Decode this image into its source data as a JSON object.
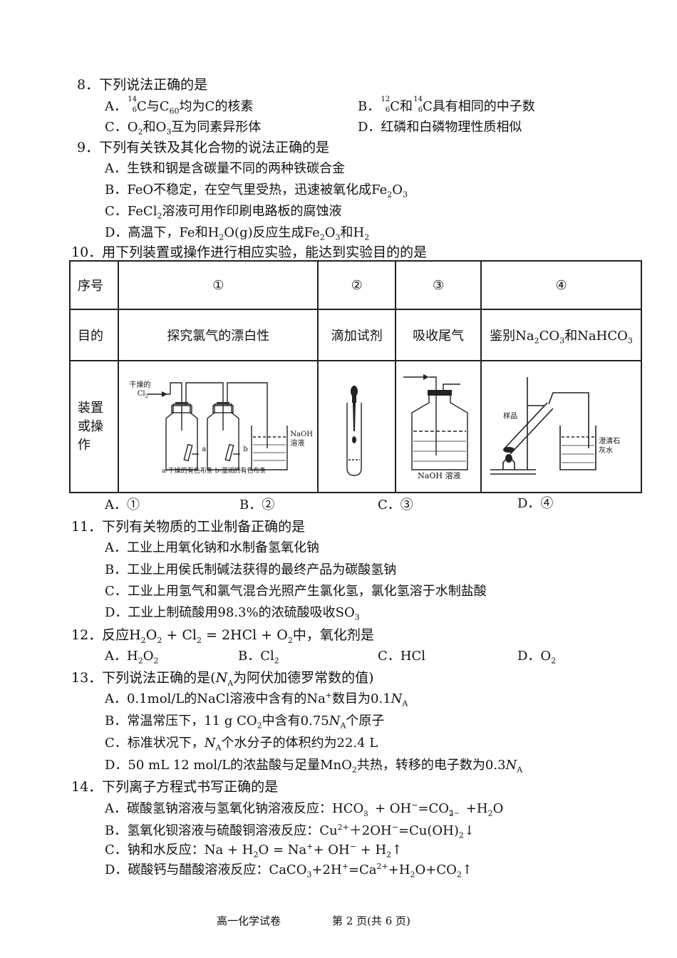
{
  "q8": {
    "stem": "8．下列说法正确的是",
    "A_letter": "A．",
    "A_text_1": "C与C",
    "A_sub": "60",
    "A_text_2": "均为C的核素",
    "A_mass": "14",
    "A_atomic": "6",
    "B_letter": "B．",
    "B_mass1": "12",
    "B_atomic1": "6",
    "B_text_1": "C和",
    "B_mass2": "14",
    "B_atomic2": "6",
    "B_text_2": "C具有相同的中子数",
    "C_letter": "C．",
    "C_t1": "O",
    "C_s1": "2",
    "C_t2": "和O",
    "C_s2": "3",
    "C_t3": "互为同素异形体",
    "D": "D．红磷和白磷物理性质相似"
  },
  "q9": {
    "stem": "9．下列有关铁及其化合物的说法正确的是",
    "A": "A．生铁和钢是含碳量不同的两种铁碳合金",
    "B_t1": "B．FeO不稳定，在空气里受热，迅速被氧化成Fe",
    "B_s1": "2",
    "B_t2": "O",
    "B_s2": "3",
    "C_t1": "C．FeCl",
    "C_s1": "2",
    "C_t2": "溶液可用作印刷电路板的腐蚀液",
    "D_t1": "D．高温下，Fe和H",
    "D_s1": "2",
    "D_t2": "O(g)反应生成Fe",
    "D_s2": "2",
    "D_t3": "O",
    "D_s3": "3",
    "D_t4": "和H",
    "D_s4": "2"
  },
  "q10": {
    "stem": "10．用下列装置或操作进行相应实验，能达到实验目的的是",
    "row_headers": [
      "序号",
      "目的",
      "装置\n或操\n作"
    ],
    "numbers": [
      "①",
      "②",
      "③",
      "④"
    ],
    "purposes": [
      "探究氯气的漂白性",
      "滴加试剂",
      "吸收尾气"
    ],
    "purpose4_t1": "鉴别Na",
    "purpose4_s1": "2",
    "purpose4_t2": "CO",
    "purpose4_s2": "3",
    "purpose4_t3": "和NaHCO",
    "purpose4_s3": "3",
    "fig1": {
      "gas_label_1": "干燥的",
      "gas_label_2": "Cl",
      "gas_sub": "2",
      "a": "a",
      "b": "b",
      "naoh_1": "NaOH",
      "naoh_2": "溶液",
      "caption": "a-干燥的有色布条  b-湿润的有色布条"
    },
    "fig3": {
      "caption": "NaOH 溶液"
    },
    "fig4": {
      "sample": "样品",
      "limewater_1": "澄清石",
      "limewater_2": "灰水"
    },
    "options": [
      "A．①",
      "B．②",
      "C．③",
      "D．④"
    ]
  },
  "q11": {
    "stem": "11．下列有关物质的工业制备正确的是",
    "A": "A．工业上用氧化钠和水制备氢氧化钠",
    "B": "B．工业上用侯氏制碱法获得的最终产品为碳酸氢钠",
    "C": "C．工业上用氢气和氯气混合光照产生氯化氢，氯化氢溶于水制盐酸",
    "D_t1": "D．工业上制硫酸用98.3%的浓硫酸吸收SO",
    "D_s1": "3"
  },
  "q12": {
    "stem_t1": "12．反应H",
    "stem_s1": "2",
    "stem_t2": "O",
    "stem_s2": "2",
    "stem_t3": " + Cl",
    "stem_s3": "2",
    "stem_t4": " = 2HCl + O",
    "stem_s4": "2",
    "stem_t5": "中，氧化剂是",
    "A_t": "A．H",
    "A_s1": "2",
    "A_t2": "O",
    "A_s2": "2",
    "B_t": "B．Cl",
    "B_s": "2",
    "C": "C．HCl",
    "D_t": "D．O",
    "D_s": "2"
  },
  "q13": {
    "stem_t1": "13．下列说法正确的是(",
    "stem_N": "N",
    "stem_A": "A",
    "stem_t2": "为阿伏加德罗常数的值)",
    "A_t1": "A．0.1mol/L的NaCl溶液中含有的Na",
    "A_sup": "+",
    "A_t2": "数目为0.1",
    "A_N": "N",
    "A_sub": "A",
    "B_t1": "B．常温常压下，11 g CO",
    "B_s1": "2",
    "B_t2": "中含有0.75",
    "B_N": "N",
    "B_sub": "A",
    "B_t3": "个原子",
    "C_t1": "C．标准状况下，",
    "C_N": "N",
    "C_sub": "A",
    "C_t2": "个水分子的体积约为22.4 L",
    "D_t1": "D．50 mL 12 mol/L的浓盐酸与足量MnO",
    "D_s1": "2",
    "D_t2": "共热，转移的电子数为0.3",
    "D_N": "N",
    "D_sub": "A"
  },
  "q14": {
    "stem": "14．下列离子方程式书写正确的是",
    "A_t1": "A．碳酸氢钠溶液与氢氧化钠溶液反应：HCO",
    "A_ion1_sup": "-",
    "A_ion1_sub": "3",
    "A_t2": " + OH",
    "A_oh_sup": "−",
    "A_t3": "=CO",
    "A_ion2_sup": "2−",
    "A_ion2_sub": "3",
    "A_t4": " +H",
    "A_s": "2",
    "A_t5": "O",
    "B_t1": "B．氢氧化钡溶液与硫酸铜溶液反应：Cu",
    "B_sup1": "2+",
    "B_t2": "＋2OH",
    "B_sup2": "−",
    "B_t3": "=Cu(OH)",
    "B_s": "2",
    "B_t4": "↓",
    "C_t1": "C．钠和水反应：Na + H",
    "C_s1": "2",
    "C_t2": "O = Na",
    "C_sup1": "+",
    "C_t3": "+ OH",
    "C_sup2": "−",
    "C_t4": " + H",
    "C_s2": "2",
    "C_t5": "↑",
    "D_t1": "D．碳酸钙与醋酸溶液反应：CaCO",
    "D_s1": "3",
    "D_t2": "+2H",
    "D_sup1": "+",
    "D_t3": "=Ca",
    "D_sup2": "2+",
    "D_t4": "+H",
    "D_s2": "2",
    "D_t5": "O+CO",
    "D_s3": "2",
    "D_t6": "↑"
  },
  "footer": {
    "subject": "高一化学试卷",
    "page": "第 2 页(共 6 页)"
  }
}
